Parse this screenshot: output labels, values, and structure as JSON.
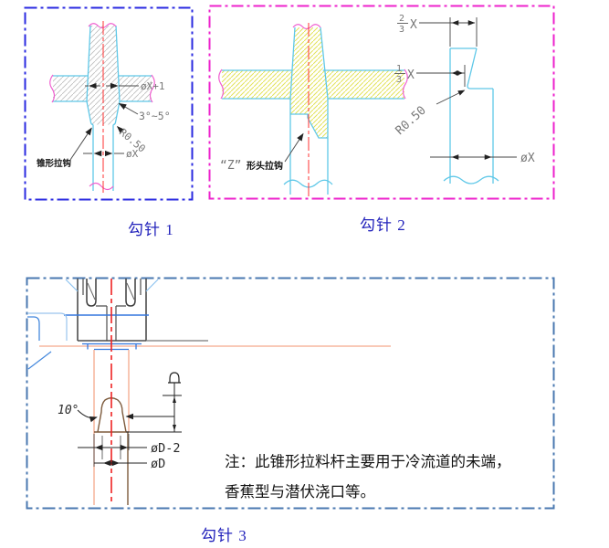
{
  "figures": {
    "hook1": {
      "caption": "勾针 1",
      "labels": {
        "dia_x_plus_1": "øX+1",
        "taper_angle": "3°~5°",
        "radius": "R0.50",
        "dia_x": "øX",
        "part_name": "锥形拉钩"
      }
    },
    "hook2": {
      "caption": "勾针 2",
      "labels": {
        "frac23_num": "2",
        "frac23_den": "3",
        "frac23_suffix": "X",
        "frac13_num": "1",
        "frac13_den": "3",
        "frac13_suffix": "X",
        "radius": "R0.50",
        "dia_x": "øX",
        "part_quote": "“Z”",
        "part_rest": "形头拉钩"
      }
    },
    "hook3": {
      "caption": "勾针 3",
      "labels": {
        "nose_angle": "10°",
        "dia_d_minus_2": "øD-2",
        "dia_d": "øD"
      },
      "note_line1": "注：此锥形拉料杆主要用于冷流道的未端，",
      "note_line2": "香蕉型与潜伏浇口等。"
    }
  },
  "colors": {
    "box1_border": "#2a2ae0",
    "box2_border": "#ee22cc",
    "box3_border": "#4a78b0",
    "outline_cyan": "#5fc8e8",
    "hatch_gray": "#bdbdbd",
    "hatch_yellow": "#e2e25a",
    "break_magenta": "#f060d0",
    "centerline_red": "#ff3030",
    "mold_gray": "#4d4d4d",
    "runner_salmon": "#f5a98c",
    "puller_brown": "#7d5a3c",
    "parting_blue": "#3377dd",
    "caption_blue": "#2222bb"
  }
}
